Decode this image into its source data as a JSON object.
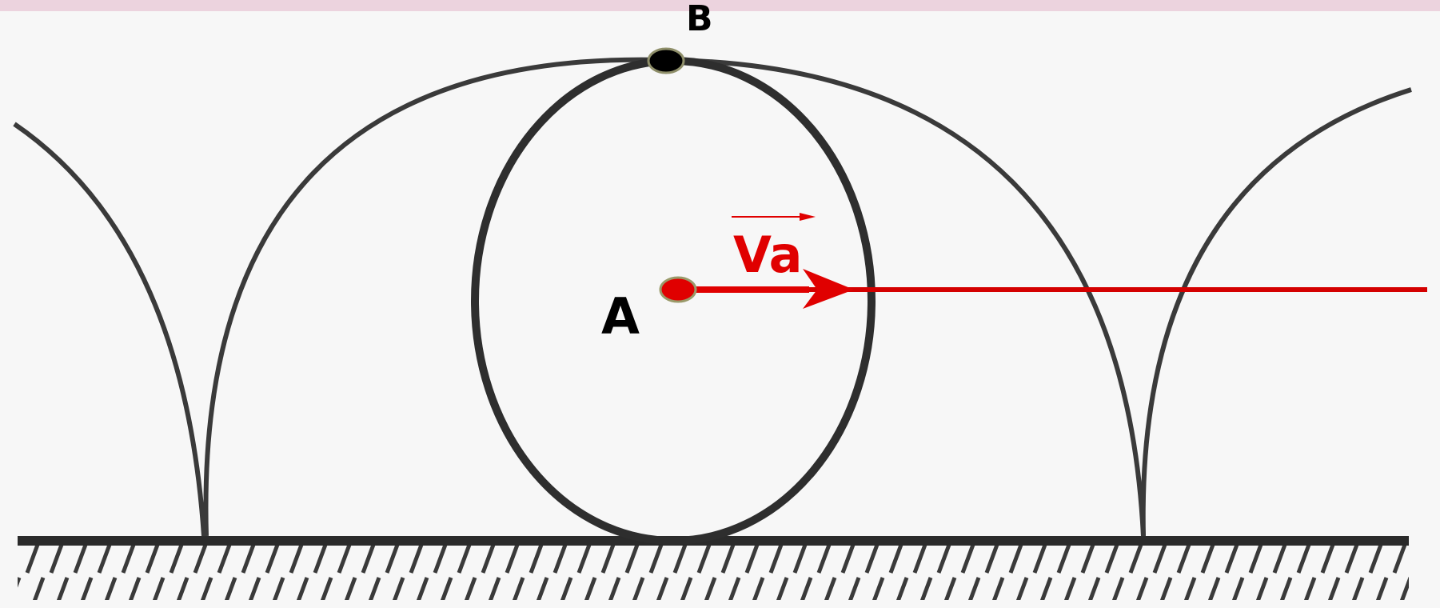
{
  "header": {
    "title_fragment": "",
    "band_color": "#ecd3de",
    "title_color": "#2a1848"
  },
  "diagram": {
    "point_a_label": "A",
    "point_b_label": "B",
    "velocity_label": "Va",
    "line_color": "#333333",
    "vector_color": "#e00000",
    "point_a_color": "#e00000",
    "point_b_color": "#000000"
  }
}
